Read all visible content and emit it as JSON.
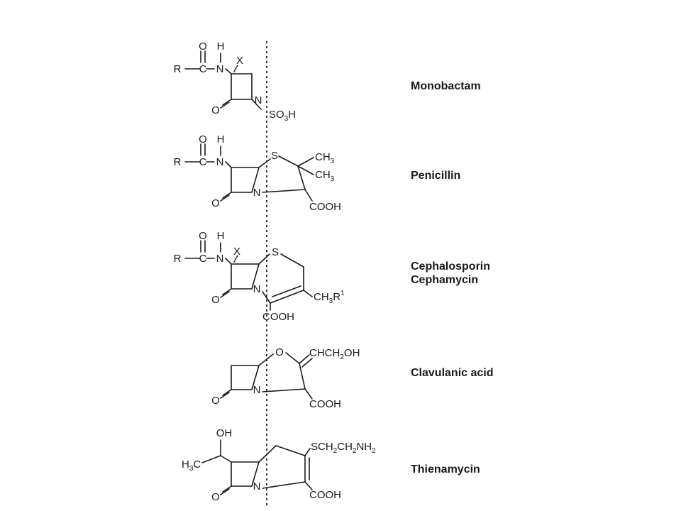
{
  "figure": {
    "divider": "dotted-vertical-line",
    "structures": [
      {
        "label": "Monobactam",
        "atoms": {
          "o_top": "O",
          "h_top": "H",
          "r": "R",
          "c": "C",
          "n_amide": "N",
          "x": "X",
          "o_ring": "O",
          "n_ring": "N",
          "so3h_main": "SO",
          "so3h_sub": "3",
          "so3h_tail": "H"
        }
      },
      {
        "label": "Penicillin",
        "atoms": {
          "o_top": "O",
          "h_top": "H",
          "r": "R",
          "c": "C",
          "n_amide": "N",
          "s": "S",
          "ch3a": "CH",
          "ch3a_sub": "3",
          "ch3b": "CH",
          "ch3b_sub": "3",
          "o_ring": "O",
          "n_ring": "N",
          "cooh": "COOH"
        }
      },
      {
        "label_line1": "Cephalosporin",
        "label_line2": "Cephamycin",
        "atoms": {
          "o_top": "O",
          "h_top": "H",
          "r": "R",
          "c": "C",
          "n_amide": "N",
          "x": "X",
          "s": "S",
          "o_ring": "O",
          "n_ring": "N",
          "ch3r1": "CH",
          "ch3r1_sub": "3",
          "ch3r1_r": "R",
          "ch3r1_sup": "1",
          "cooh": "COOH"
        }
      },
      {
        "label": "Clavulanic acid",
        "atoms": {
          "o_ring5": "O",
          "chch2oh_a": "CHCH",
          "chch2oh_sub": "2",
          "chch2oh_b": "OH",
          "o_ring": "O",
          "n_ring": "N",
          "cooh": "COOH"
        }
      },
      {
        "label": "Thienamycin",
        "atoms": {
          "oh": "OH",
          "h3c_a": "H",
          "h3c_sub": "3",
          "h3c_b": "C",
          "sch2_a": "SCH",
          "sch2_sub1": "2",
          "sch2_b": "CH",
          "sch2_sub2": "2",
          "sch2_c": "NH",
          "sch2_sub3": "2",
          "o_ring": "O",
          "n_ring": "N",
          "cooh": "COOH"
        }
      }
    ]
  }
}
